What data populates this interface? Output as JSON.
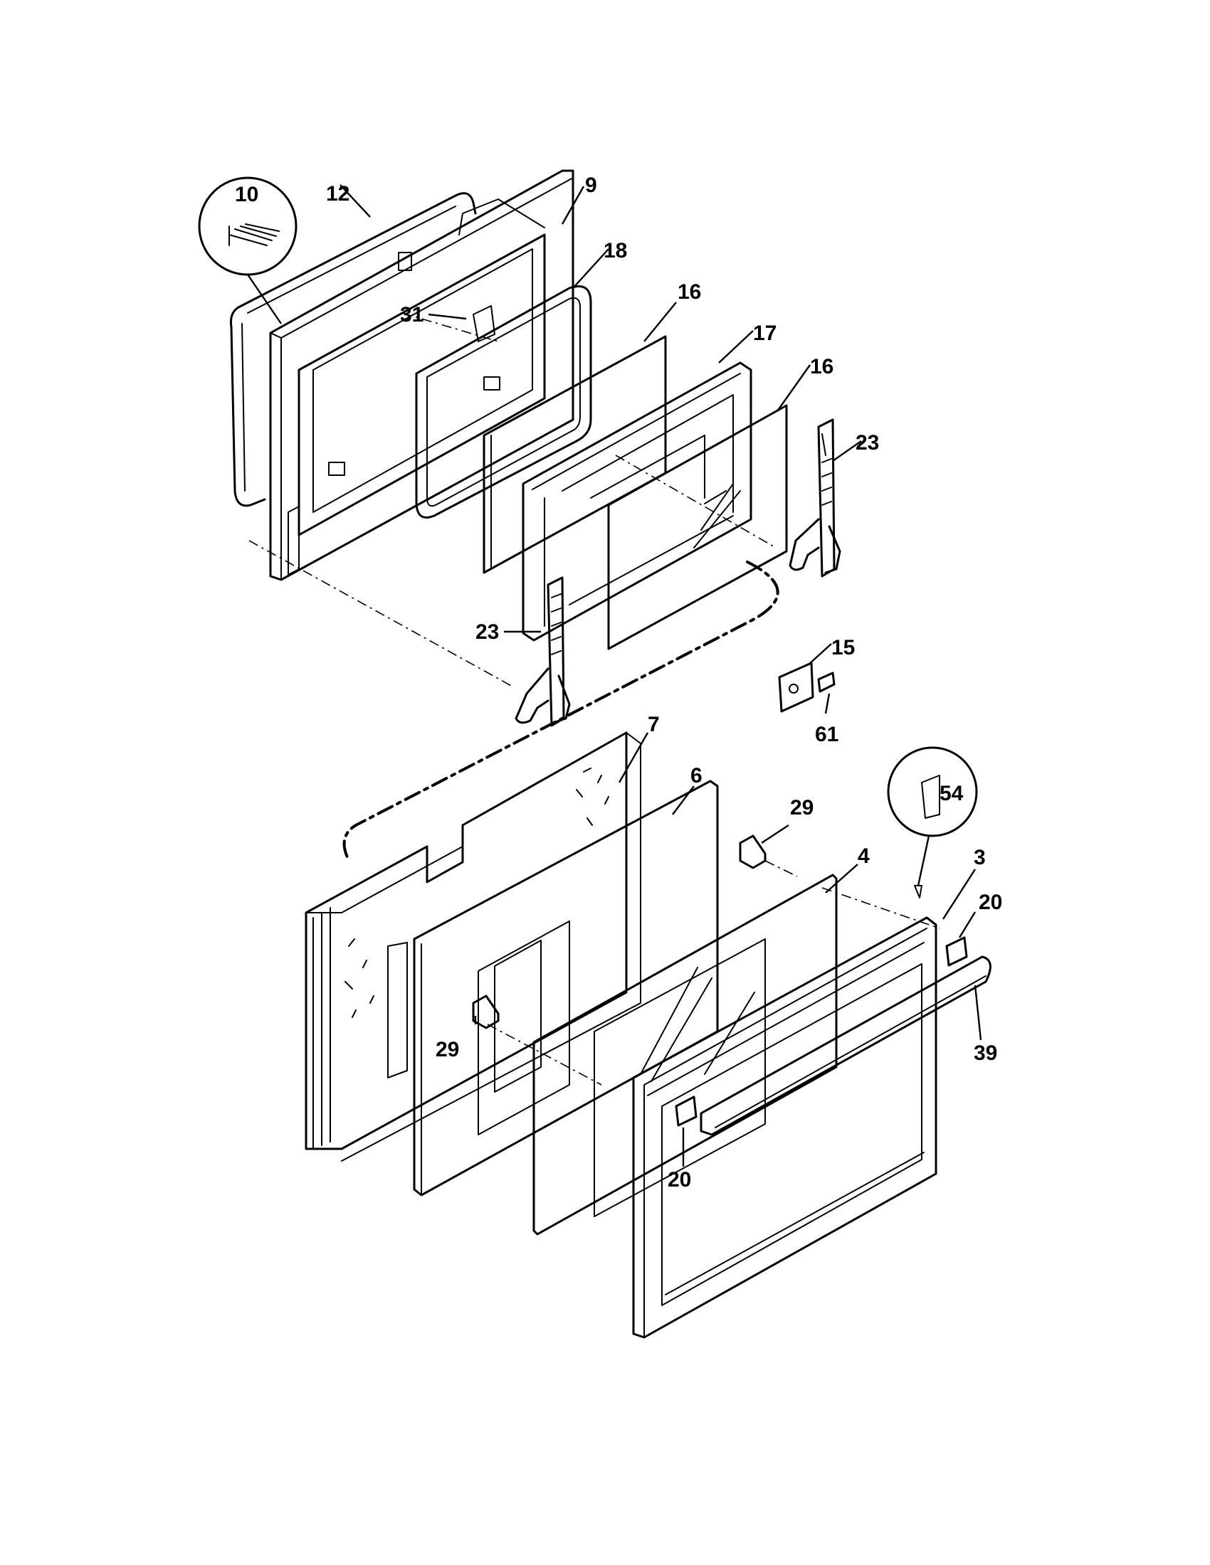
{
  "diagram": {
    "callouts": [
      {
        "id": "10",
        "label": "10"
      },
      {
        "id": "12",
        "label": "12"
      },
      {
        "id": "9",
        "label": "9"
      },
      {
        "id": "18",
        "label": "18"
      },
      {
        "id": "31",
        "label": "31"
      },
      {
        "id": "16a",
        "label": "16"
      },
      {
        "id": "17",
        "label": "17"
      },
      {
        "id": "16b",
        "label": "16"
      },
      {
        "id": "23a",
        "label": "23"
      },
      {
        "id": "23b",
        "label": "23"
      },
      {
        "id": "15",
        "label": "15"
      },
      {
        "id": "61",
        "label": "61"
      },
      {
        "id": "7",
        "label": "7"
      },
      {
        "id": "6",
        "label": "6"
      },
      {
        "id": "29a",
        "label": "29"
      },
      {
        "id": "4",
        "label": "4"
      },
      {
        "id": "54",
        "label": "54"
      },
      {
        "id": "3",
        "label": "3"
      },
      {
        "id": "20a",
        "label": "20"
      },
      {
        "id": "29b",
        "label": "29"
      },
      {
        "id": "39",
        "label": "39"
      },
      {
        "id": "20b",
        "label": "20"
      }
    ]
  }
}
